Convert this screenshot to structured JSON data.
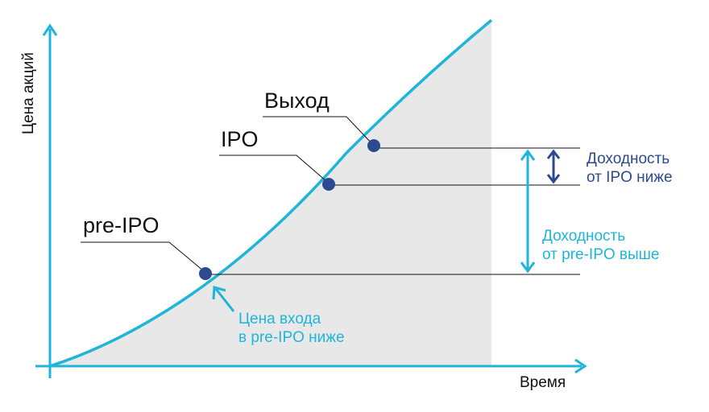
{
  "axes": {
    "y_label": "Цена акций",
    "x_label": "Время"
  },
  "stages": {
    "pre_ipo": "pre-IPO",
    "ipo": "IPO",
    "exit": "Выход"
  },
  "annotations": {
    "ipo_return": [
      "Доходность",
      "от IPO ниже"
    ],
    "pre_ipo_return": [
      "Доходность",
      "от pre-IPO выше"
    ],
    "entry_price": [
      "Цена входа",
      "в pre-IPO ниже"
    ]
  },
  "colors": {
    "accent": "#1fb5d8",
    "point": "#2c4a8f",
    "fill": "#e8e8e8",
    "leader": "#111111"
  }
}
